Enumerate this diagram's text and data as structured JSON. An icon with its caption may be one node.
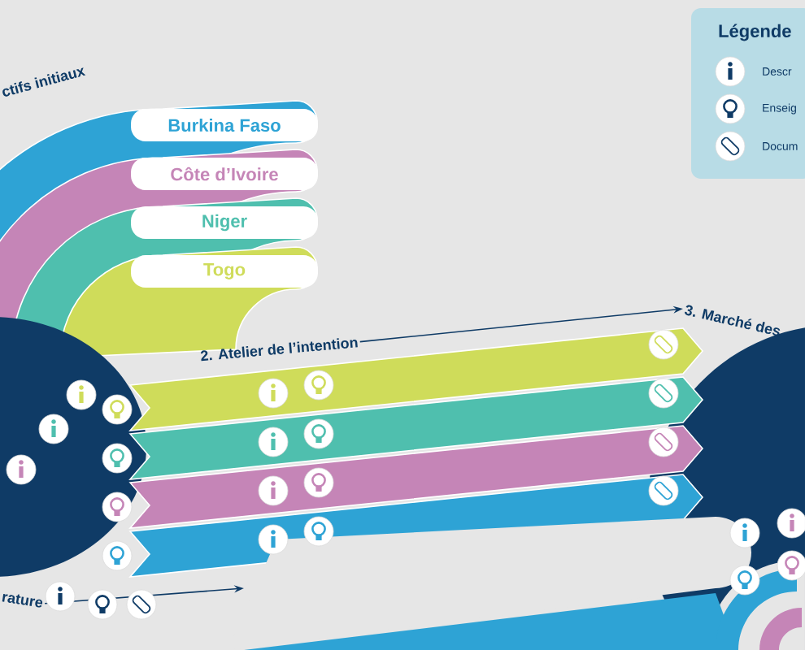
{
  "diagram": {
    "nodes": [
      {
        "text": [
          "Burkina Faso"
        ]
      },
      {
        "text": [
          "Côte d’Ivoire"
        ]
      },
      {
        "text": [
          "Niger"
        ]
      },
      {
        "text": [
          "Togo"
        ]
      },
      {
        "text": [
          "ctifs initiaux"
        ]
      },
      {
        "text": [
          "2. Atelier de l’intention"
        ]
      },
      {
        "text": [
          "3. Marché des"
        ]
      },
      {
        "text": [
          "rature"
        ]
      }
    ],
    "edges": [
      {
        "from": 5,
        "to": 6,
        "arrow": "to"
      },
      {
        "from": 7,
        "to": null,
        "arrow": "to"
      }
    ],
    "labels": [
      "Légende"
    ],
    "legend": [
      {
        "text": "Descr"
      },
      {
        "text": "Enseig"
      },
      {
        "text": "Docum"
      }
    ]
  }
}
